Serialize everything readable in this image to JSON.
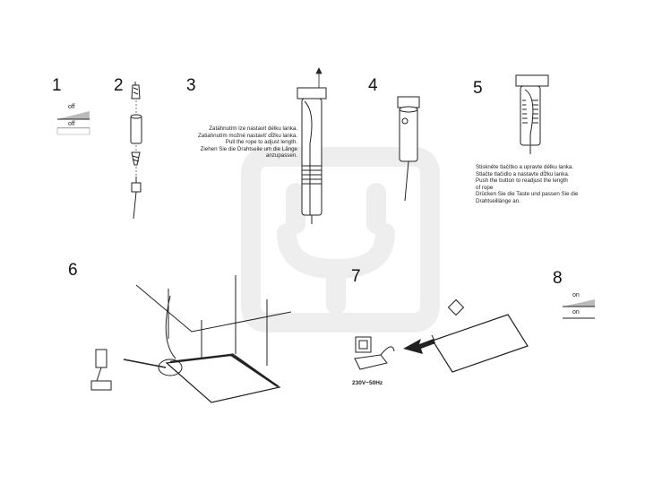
{
  "steps": [
    "1",
    "2",
    "3",
    "4",
    "5",
    "6",
    "7",
    "8"
  ],
  "step1": {
    "switch_top": "off",
    "switch_bottom": "off"
  },
  "step3": {
    "instructions": "Zatáhnutím lze nastavit délku lanka.\nZatiahnutím možné nastaviť dĺžku lanka.\nPull the rope to adjust length.\nZiehen Sie die Drahtseile um die Länge\nanzupassen."
  },
  "step5": {
    "instructions": "Stiskněte tlačítko a upravte délku lanka.\nStlačte tlačidlo a nastavte dĺžku lanka.\nPush the button to readjust the length\nof rope\nDrücken Sie die Taste und passen Sie die\nDrahtseillänge an."
  },
  "step7": {
    "power_label": "230V~50Hz"
  },
  "step8": {
    "switch_top": "on",
    "switch_bottom": "on"
  },
  "colors": {
    "line": "#222222",
    "watermark": "#eeeeee"
  }
}
